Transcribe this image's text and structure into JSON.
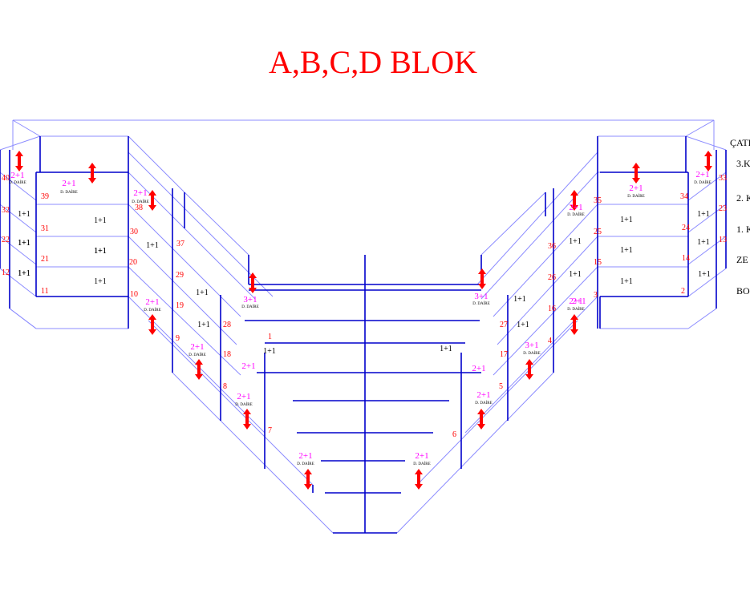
{
  "title": "A,B,C,D BLOK",
  "floors": [
    "ÇATI",
    "3.K",
    "2. K",
    "1. K",
    "ZE",
    "BO"
  ],
  "unit_types": {
    "small": "1+1",
    "mid": "2+1",
    "large": "3+1"
  },
  "daire_label": "D. DAİRE",
  "colors": {
    "line_blue": "#0000cc",
    "light_blue": "#8c8cff",
    "title_red": "#ff0000",
    "magenta": "#ff00ff",
    "arrow_red": "#ff0000"
  },
  "labels": [
    {
      "t": "2+1",
      "c": "m"
    },
    {
      "t": "D. DAİRE",
      "c": "d"
    },
    {
      "t": "2+1",
      "c": "m"
    },
    {
      "t": "D. DAİRE",
      "c": "d"
    },
    {
      "t": "2+1",
      "c": "m"
    },
    {
      "t": "D. DAİRE",
      "c": "d"
    },
    {
      "t": "1+1",
      "c": "k"
    },
    {
      "t": "1+1",
      "c": "k"
    },
    {
      "t": "1+1",
      "c": "k"
    },
    {
      "t": "1+1",
      "c": "k"
    },
    {
      "t": "1+1",
      "c": "k"
    },
    {
      "t": "1+1",
      "c": "k"
    },
    {
      "t": "1+1",
      "c": "k"
    },
    {
      "t": "1+1",
      "c": "k"
    },
    {
      "t": "1+1",
      "c": "k"
    },
    {
      "t": "2+1",
      "c": "m"
    },
    {
      "t": "D. DAİRE",
      "c": "d"
    },
    {
      "t": "1+1",
      "c": "k"
    },
    {
      "t": "1+1",
      "c": "k"
    },
    {
      "t": "2+1",
      "c": "m"
    },
    {
      "t": "D. DAİRE",
      "c": "d"
    },
    {
      "t": "2+1",
      "c": "m"
    },
    {
      "t": "D. DAİRE",
      "c": "d"
    },
    {
      "t": "2+1",
      "c": "m"
    },
    {
      "t": "2+1",
      "c": "m"
    },
    {
      "t": "D. DAİRE",
      "c": "d"
    },
    {
      "t": "3+1",
      "c": "m"
    },
    {
      "t": "D. DAİRE",
      "c": "d"
    },
    {
      "t": "3+1",
      "c": "m"
    },
    {
      "t": "D. DAİRE",
      "c": "d"
    },
    {
      "t": "1+1",
      "c": "k"
    },
    {
      "t": "1+1",
      "c": "k"
    },
    {
      "t": "2+1",
      "c": "m"
    },
    {
      "t": "2+1",
      "c": "m"
    },
    {
      "t": "2+1",
      "c": "m"
    },
    {
      "t": "D. DAİRE",
      "c": "d"
    },
    {
      "t": "1+1",
      "c": "k"
    },
    {
      "t": "1+1",
      "c": "k"
    },
    {
      "t": "2+1",
      "c": "m"
    },
    {
      "t": "D. DAİRE",
      "c": "d"
    },
    {
      "t": "1+1",
      "c": "k"
    },
    {
      "t": "1+1",
      "c": "k"
    },
    {
      "t": "1+1",
      "c": "k"
    },
    {
      "t": "3+1",
      "c": "m"
    },
    {
      "t": "D. DAİRE",
      "c": "d"
    },
    {
      "t": "2+1",
      "c": "m"
    },
    {
      "t": "D. DAİRE",
      "c": "d"
    },
    {
      "t": "2+1",
      "c": "m"
    },
    {
      "t": "D. DAİRE",
      "c": "d"
    },
    {
      "t": "2+1",
      "c": "m"
    },
    {
      "t": "D. DAİRE",
      "c": "d"
    },
    {
      "t": "1+1",
      "c": "k"
    },
    {
      "t": "1+1",
      "c": "k"
    },
    {
      "t": "1+1",
      "c": "k"
    },
    {
      "t": "2+1",
      "c": "m"
    },
    {
      "t": "D. DAİRE",
      "c": "d"
    },
    {
      "t": "1+1",
      "c": "k"
    },
    {
      "t": "1+1",
      "c": "k"
    },
    {
      "t": "1+1",
      "c": "k"
    }
  ],
  "unit_numbers": [
    "40",
    "39",
    "32",
    "31",
    "22",
    "21",
    "12",
    "11",
    "38",
    "30",
    "37",
    "20",
    "29",
    "10",
    "19",
    "28",
    "9",
    "18",
    "8",
    "7",
    "1",
    "2",
    "14",
    "24",
    "34",
    "13",
    "23",
    "33",
    "3",
    "16",
    "26",
    "36",
    "35",
    "25",
    "15",
    "27",
    "4",
    "17",
    "5",
    "6"
  ]
}
